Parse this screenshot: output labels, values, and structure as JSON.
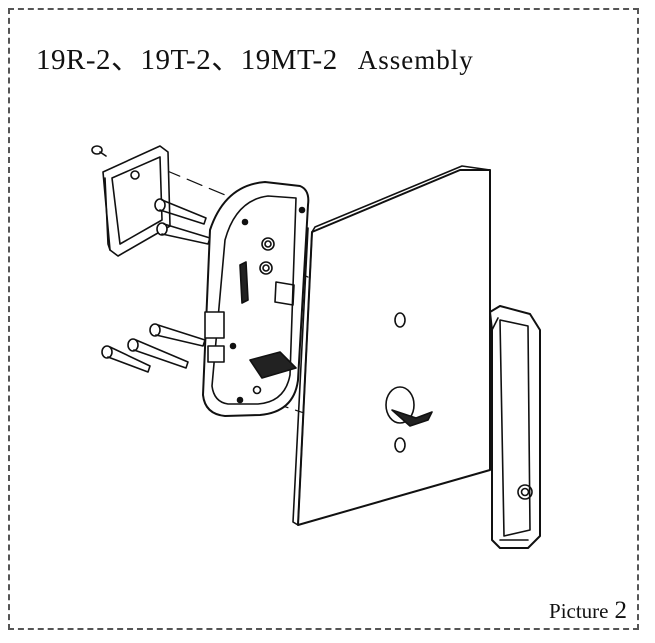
{
  "title": {
    "models": "19R-2、19T-2、19MT-2",
    "word": "Assembly"
  },
  "caption": {
    "label": "Picture",
    "number": "2"
  },
  "colors": {
    "line": "#111111",
    "frame": "#555555",
    "fill_light": "#ffffff",
    "fill_dark": "#222222"
  },
  "icons": [
    "back-plate-icon",
    "screw-icon",
    "door-icon",
    "lock-body-icon",
    "handle-icon",
    "cable-icon"
  ]
}
